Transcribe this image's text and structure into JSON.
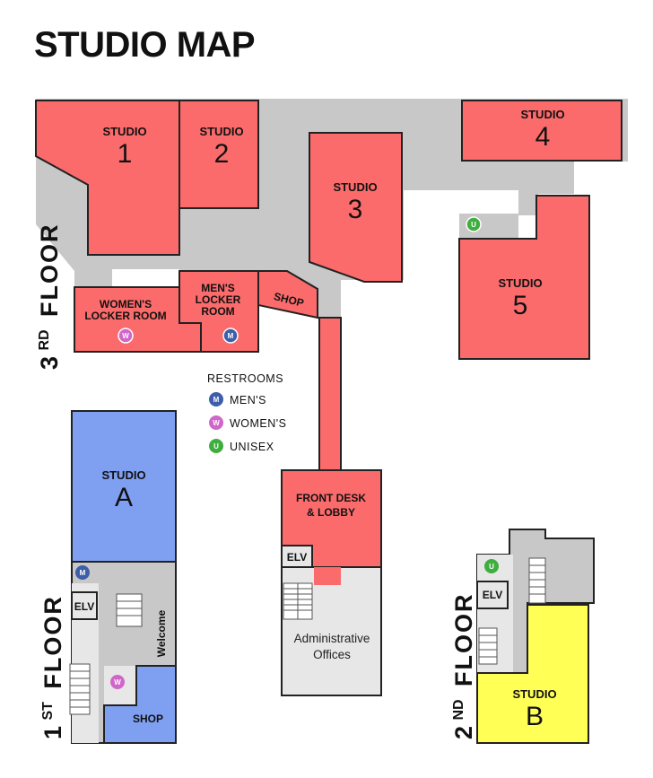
{
  "title": "STUDIO MAP",
  "colors": {
    "third_floor_rooms": "#fb6b6b",
    "first_floor_rooms": "#7f9ff1",
    "second_floor_room": "#ffff55",
    "common_area": "#c8c8c8",
    "offices": "#e7e7e7",
    "mens_badge": "#3d5ea8",
    "womens_badge": "#d166c9",
    "unisex_badge": "#3fae3f"
  },
  "floors": {
    "third": {
      "ordinal": "3",
      "suffix": "RD",
      "word": "FLOOR"
    },
    "first": {
      "ordinal": "1",
      "suffix": "ST",
      "word": "FLOOR"
    },
    "second": {
      "ordinal": "2",
      "suffix": "ND",
      "word": "FLOOR"
    }
  },
  "studios": {
    "s1": {
      "name": "STUDIO",
      "number": "1"
    },
    "s2": {
      "name": "STUDIO",
      "number": "2"
    },
    "s3": {
      "name": "STUDIO",
      "number": "3"
    },
    "s4": {
      "name": "STUDIO",
      "number": "4"
    },
    "s5": {
      "name": "STUDIO",
      "number": "5"
    },
    "sA": {
      "name": "STUDIO",
      "number": "A"
    },
    "sB": {
      "name": "STUDIO",
      "number": "B"
    }
  },
  "rooms": {
    "womens_locker": [
      "WOMEN'S",
      "LOCKER ROOM"
    ],
    "mens_locker": [
      "MEN'S",
      "LOCKER",
      "ROOM"
    ],
    "shop_3rd": "SHOP",
    "front_desk": [
      "FRONT DESK",
      "& LOBBY"
    ],
    "elv_lobby": "ELV",
    "admin": [
      "Administrative",
      "Offices"
    ],
    "elv_1st": "ELV",
    "welcome": "Welcome",
    "shop_1st": "SHOP",
    "elv_2nd": "ELV"
  },
  "legend": {
    "heading": "RESTROOMS",
    "items": [
      {
        "badge": "M",
        "label": "MEN'S",
        "kind": "mens"
      },
      {
        "badge": "W",
        "label": "WOMEN'S",
        "kind": "womens"
      },
      {
        "badge": "U",
        "label": "UNISEX",
        "kind": "unisex"
      }
    ]
  },
  "badges": {
    "mens": "M",
    "womens": "W",
    "unisex": "U"
  }
}
